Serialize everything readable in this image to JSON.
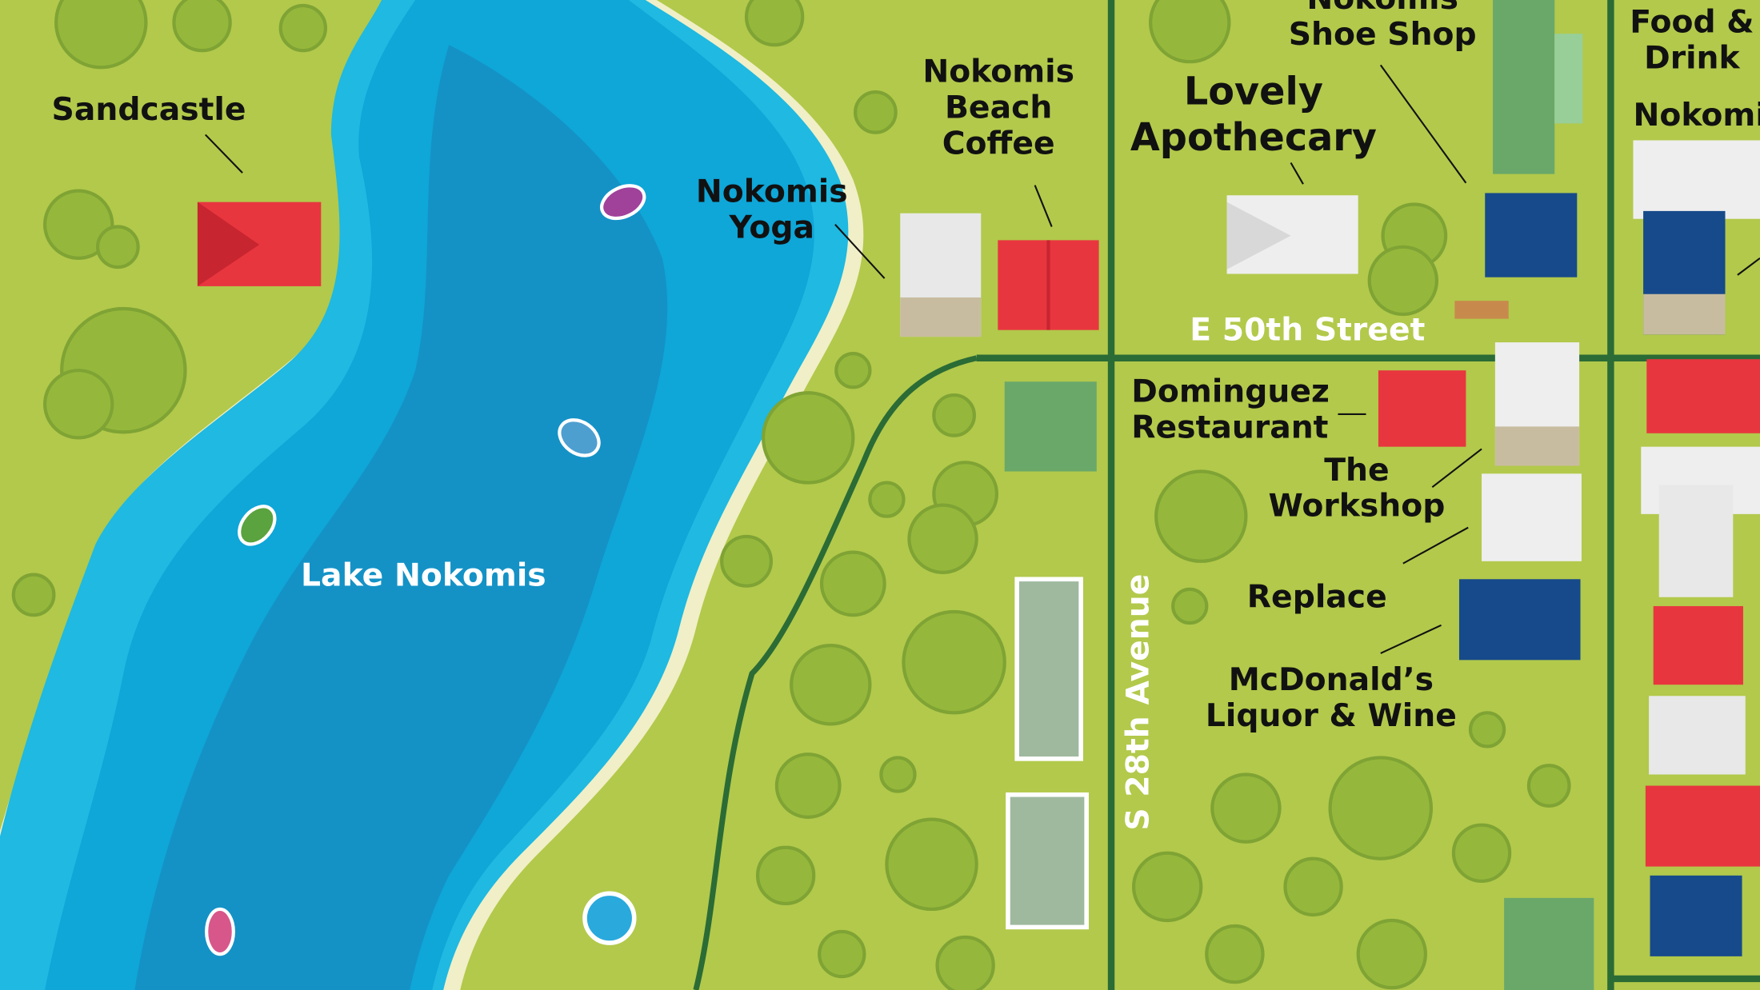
{
  "colors": {
    "grass": "#b2c94b",
    "lake_shallow": "#1fb9e1",
    "lake_mid": "#0fa6d8",
    "lake_deep": "#1492c6",
    "road": "#2b6b35",
    "tree": "#8fb33a",
    "roof_red": "#e8363f",
    "roof_blue": "#174a8a",
    "roof_green": "#7fbf7f",
    "roof_white": "#e8e8e8"
  },
  "water": {
    "label": "Lake Nokomis"
  },
  "streets": {
    "east_west": "E 50th Street",
    "north_south": "S 28th Avenue"
  },
  "places": [
    {
      "name": "Sandcastle"
    },
    {
      "name": "Nokomis Yoga"
    },
    {
      "name": "Nokomis Beach Coffee"
    },
    {
      "name": "Lovely Apothecary"
    },
    {
      "name": "Nokomis Shoe Shop"
    },
    {
      "name": "Food & Drink"
    },
    {
      "name": "Nokomis"
    },
    {
      "name": "Dominguez Restaurant"
    },
    {
      "name": "The Workshop"
    },
    {
      "name": "Replace"
    },
    {
      "name": "McDonald’s Liquor & Wine"
    }
  ],
  "labels": {
    "sandcastle": "Sandcastle",
    "yoga_1": "Nokomis",
    "yoga_2": "Yoga",
    "coffee_1": "Nokomis",
    "coffee_2": "Beach",
    "coffee_3": "Coffee",
    "apothecary_1": "Lovely",
    "apothecary_2": "Apothecary",
    "shoe_1": "Nokomis",
    "shoe_2": "Shoe Shop",
    "food_1": "Food &",
    "food_2": "Drink",
    "nokomis_right": "Nokomis",
    "dominguez_1": "Dominguez",
    "dominguez_2": "Restaurant",
    "workshop_1": "The",
    "workshop_2": "Workshop",
    "replace": "Replace",
    "liquor_1": "McDonald’s",
    "liquor_2": "Liquor & Wine"
  }
}
